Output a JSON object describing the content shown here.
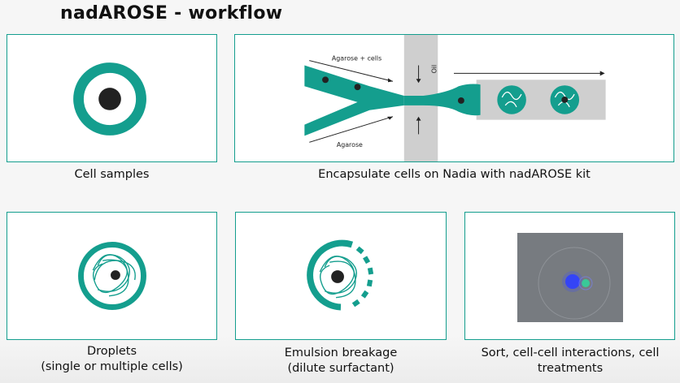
{
  "title": "nadAROSE - workflow",
  "panels": {
    "cell_samples": {
      "caption": "Cell samples"
    },
    "encapsulate": {
      "caption": "Encapsulate cells on Nadia with nadAROSE kit",
      "label_agarose_cells": "Agarose + cells",
      "label_agarose": "Agarose",
      "label_oil": "Oil"
    },
    "droplets": {
      "caption_line1": "Droplets",
      "caption_line2": "(single or multiple cells)"
    },
    "emulsion": {
      "caption_line1": "Emulsion breakage",
      "caption_line2": "(dilute surfactant)"
    },
    "sort": {
      "caption_line1": "Sort, cell-cell interactions, cell",
      "caption_line2": "treatments"
    }
  },
  "colors": {
    "teal": "#149e8e",
    "dark": "#222222",
    "channel_gray": "#cfcfcf"
  }
}
